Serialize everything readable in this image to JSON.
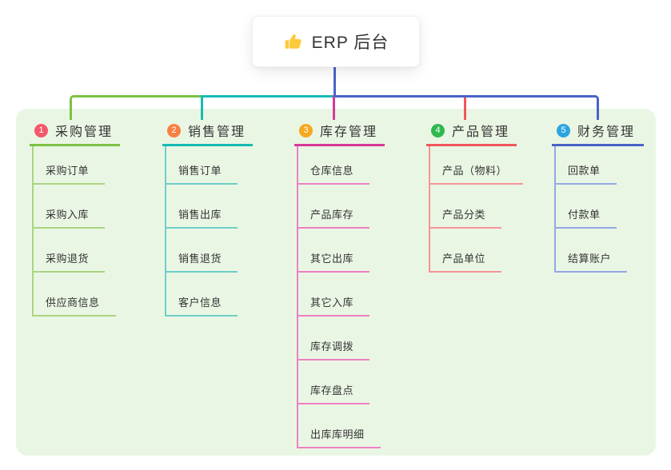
{
  "root": {
    "label": "ERP 后台",
    "icon": "thumbs-up-icon"
  },
  "theme": {
    "canvas_bg": "#ffffff",
    "panel_bg": "#EAF6E4",
    "root_line_color": "#4A63C9",
    "text_color": "#333333"
  },
  "branches": [
    {
      "number": "1",
      "label": "采购管理",
      "badge_color": "#F4586B",
      "line_color": "#7CC144",
      "child_line_color": "#A9D580",
      "children": [
        "采购订单",
        "采购入库",
        "采购退货",
        "供应商信息"
      ]
    },
    {
      "number": "2",
      "label": "销售管理",
      "badge_color": "#F88044",
      "line_color": "#16BCB4",
      "child_line_color": "#6CCFC7",
      "children": [
        "销售订单",
        "销售出库",
        "销售退货",
        "客户信息"
      ]
    },
    {
      "number": "3",
      "label": "库存管理",
      "badge_color": "#F6A81F",
      "line_color": "#D63A98",
      "child_line_color": "#EF80C3",
      "children": [
        "仓库信息",
        "产品库存",
        "其它出库",
        "其它入库",
        "库存调拨",
        "库存盘点",
        "出库库明细"
      ]
    },
    {
      "number": "4",
      "label": "产品管理",
      "badge_color": "#2FB84F",
      "line_color": "#F0575C",
      "child_line_color": "#F59599",
      "children": [
        "产品（物料）",
        "产品分类",
        "产品单位"
      ]
    },
    {
      "number": "5",
      "label": "财务管理",
      "badge_color": "#2BA5DF",
      "line_color": "#4A63C9",
      "child_line_color": "#93A9E2",
      "children": [
        "回款单",
        "付款单",
        "结算账户"
      ]
    }
  ]
}
